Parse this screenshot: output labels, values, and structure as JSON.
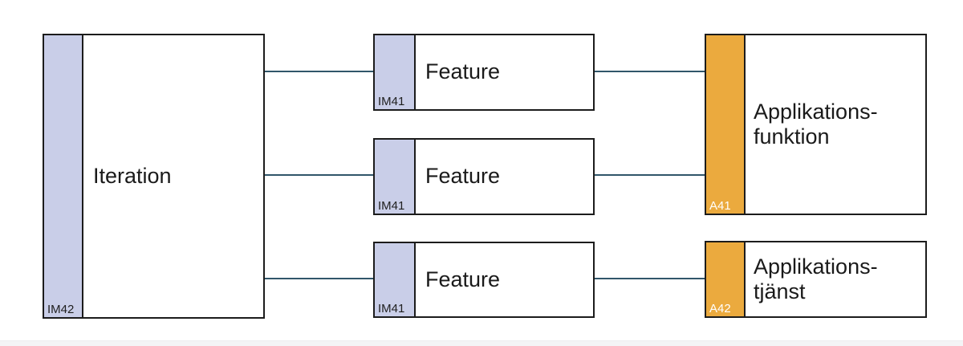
{
  "diagram": {
    "type": "archimate-like-flow-diagram",
    "colors": {
      "background": "#ffffff",
      "node_fill": "#ffffff",
      "node_border": "#1c1c1c",
      "tab_lavender": "#c9cee8",
      "tab_orange": "#ebaa3e",
      "connector_line": "#31566a",
      "label_text": "#1a1a1a",
      "tag_text_dark": "#1f1f1f",
      "tag_text_light": "#ffffff",
      "bottom_band": "#f4f4f6"
    },
    "nodes": {
      "iteration": {
        "label": "Iteration",
        "tag": "IM42"
      },
      "feature1": {
        "label": "Feature",
        "tag": "IM41"
      },
      "feature2": {
        "label": "Feature",
        "tag": "IM41"
      },
      "feature3": {
        "label": "Feature",
        "tag": "IM41"
      },
      "app_function": {
        "label": "Applikations-\nfunktion",
        "tag": "A41"
      },
      "app_service": {
        "label": "Applikations-\ntjänst",
        "tag": "A42"
      }
    },
    "connections": [
      {
        "from": "iteration",
        "to": "feature1"
      },
      {
        "from": "iteration",
        "to": "feature2"
      },
      {
        "from": "iteration",
        "to": "feature3"
      },
      {
        "from": "feature1",
        "to": "app_function"
      },
      {
        "from": "feature2",
        "to": "app_function"
      },
      {
        "from": "feature3",
        "to": "app_service"
      }
    ]
  }
}
